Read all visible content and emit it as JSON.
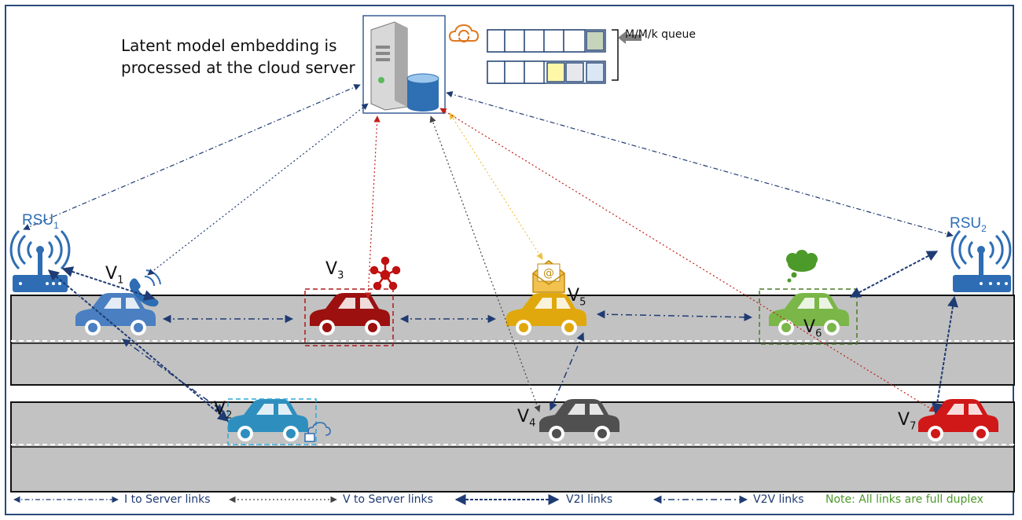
{
  "caption": {
    "line1": "Latent model embedding is",
    "line2": "processed at the cloud server"
  },
  "queue_label": "M/M/k queue",
  "rsus": [
    {
      "label": "RSU",
      "sub": "1"
    },
    {
      "label": "RSU",
      "sub": "2"
    }
  ],
  "vehicles": [
    {
      "label": "V",
      "sub": "1",
      "color": "#4a7fc1"
    },
    {
      "label": "V",
      "sub": "2",
      "color": "#2e8fbf"
    },
    {
      "label": "V",
      "sub": "3",
      "color": "#9c1010"
    },
    {
      "label": "V",
      "sub": "4",
      "color": "#505050"
    },
    {
      "label": "V",
      "sub": "5",
      "color": "#e0a80c"
    },
    {
      "label": "V",
      "sub": "6",
      "color": "#7ab648"
    },
    {
      "label": "V",
      "sub": "7",
      "color": "#d01818"
    }
  ],
  "legend": {
    "i_to_server": "I to Server links",
    "v_to_server": "V to Server links",
    "v2i": "V2I links",
    "v2v": "V2V links",
    "note": "Note: All links are full duplex"
  },
  "colors": {
    "link_navy": "#1f3b73",
    "link_red": "#c0201a",
    "link_yellow": "#f0c040",
    "link_gray": "#444444",
    "road": "#c2c2c2",
    "frame": "#2c4a7a",
    "cloud_icon": "#e07820"
  }
}
